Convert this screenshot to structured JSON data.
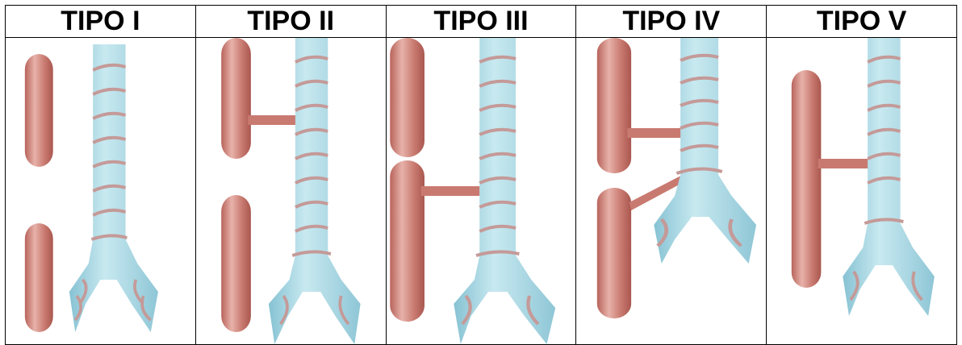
{
  "headers": [
    "TIPO I",
    "TIPO II",
    "TIPO III",
    "TIPO IV",
    "TIPO V"
  ],
  "colors": {
    "esophagus": "#c97a70",
    "esophagus_light": "#e7b2aa",
    "trachea": "#aedbe6",
    "trachea_dark": "#7cb9cc",
    "ring": "#c49a98",
    "border": "#000000"
  }
}
